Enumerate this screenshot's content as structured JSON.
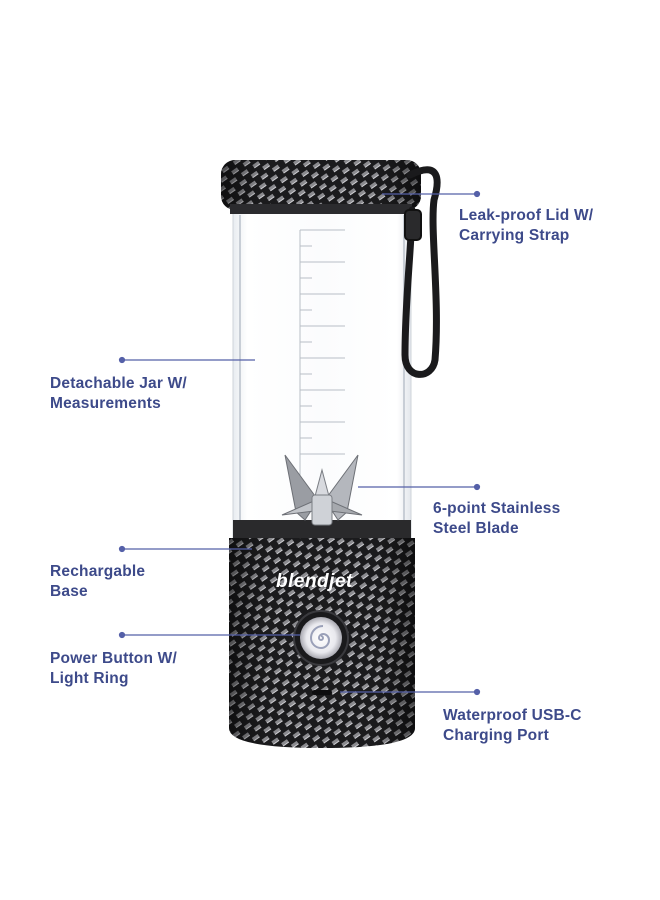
{
  "brand": "blendjet",
  "colors": {
    "callout": "#5560a8",
    "label": "#3d4a8a",
    "body": "#1c1c1e"
  },
  "callouts": [
    {
      "id": "lid",
      "lines": [
        "Leak-proof Lid W/",
        "Carrying Strap"
      ]
    },
    {
      "id": "jar",
      "lines": [
        "Detachable Jar W/",
        "Measurements"
      ]
    },
    {
      "id": "blade",
      "lines": [
        "6-point Stainless",
        "Steel Blade"
      ]
    },
    {
      "id": "base",
      "lines": [
        "Rechargable",
        "Base"
      ]
    },
    {
      "id": "power",
      "lines": [
        "Power Button W/",
        "Light Ring"
      ]
    },
    {
      "id": "usb",
      "lines": [
        "Waterproof USB-C",
        "Charging Port"
      ]
    }
  ],
  "icons": [
    "swirl-icon"
  ]
}
